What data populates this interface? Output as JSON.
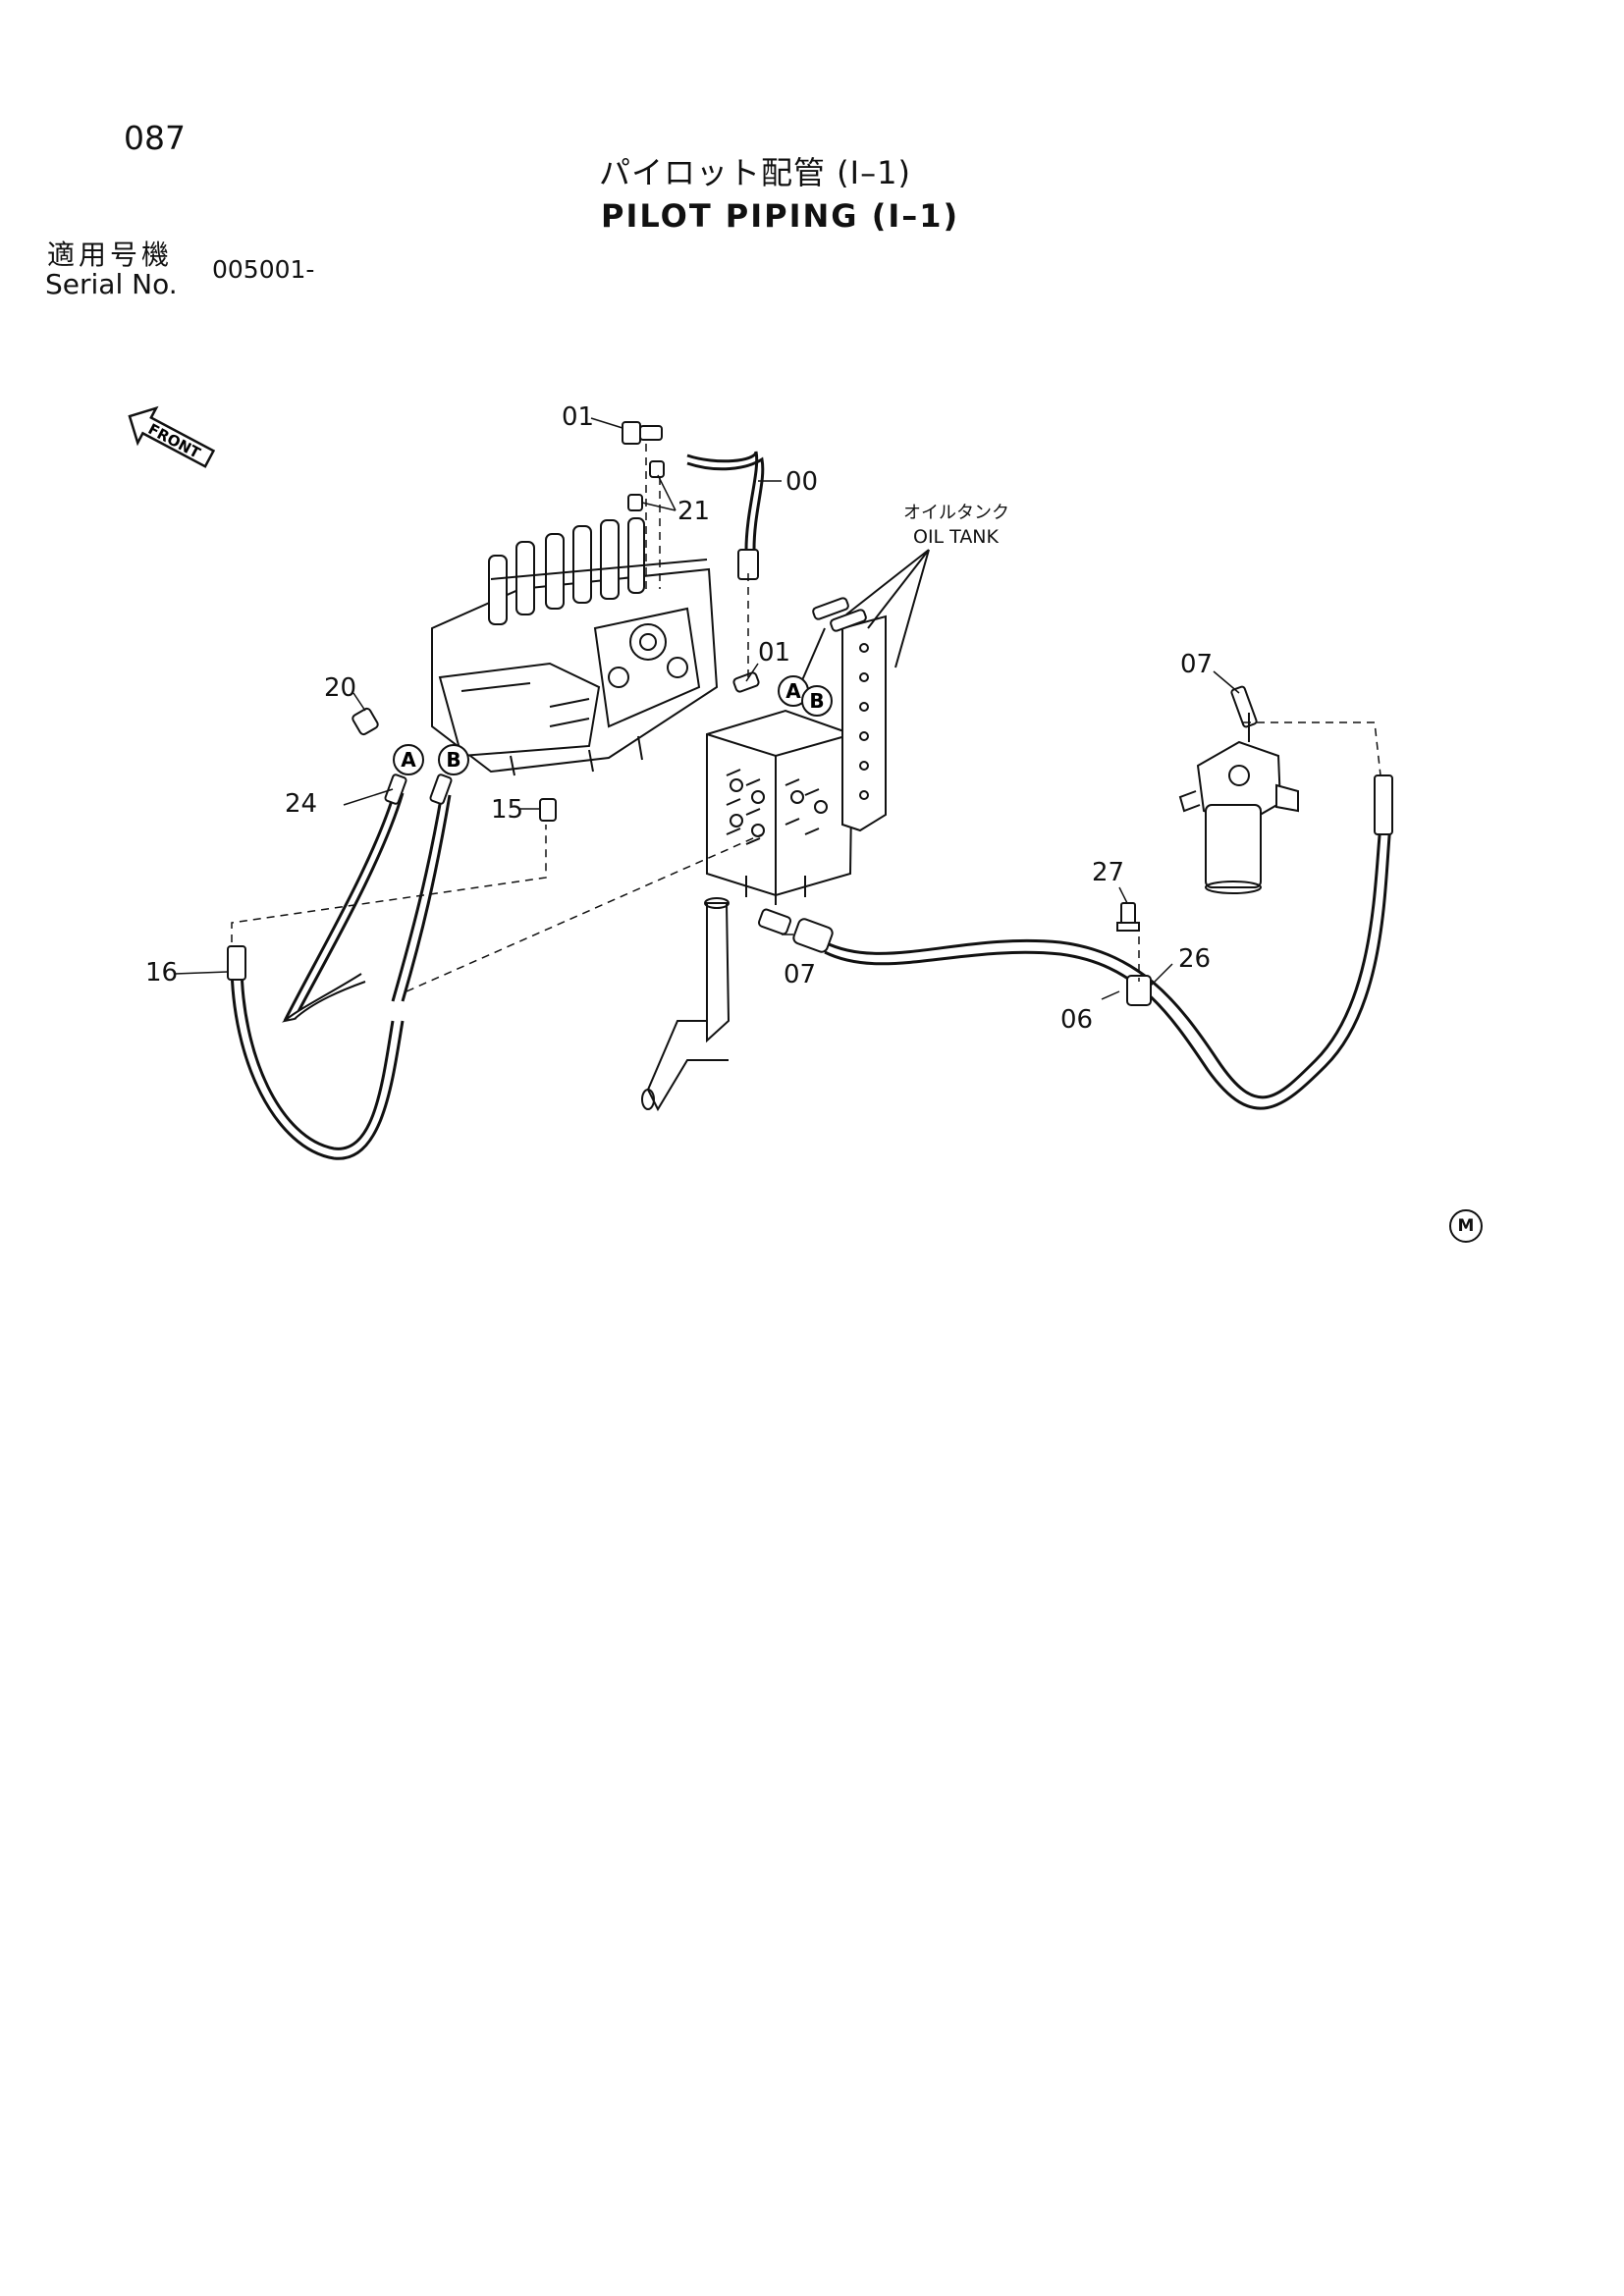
{
  "page_number": "087",
  "title_jp": "パイロット配管 (I–1)",
  "title_en": "PILOT PIPING (I–1)",
  "serial": {
    "label_jp": "適用号機",
    "label_en": "Serial No.",
    "value": "005001-"
  },
  "front_label": "FRONT",
  "oil_tank_label_jp": "オイルタンク",
  "oil_tank_label_en": "OIL TANK",
  "marker_m": "M",
  "connector_a": "A",
  "connector_b": "B",
  "part_labels": {
    "p01_top": "01",
    "p00": "00",
    "p21": "21",
    "p01_mid": "01",
    "p20": "20",
    "p24": "24",
    "p15": "15",
    "p16": "16",
    "p07_right": "07",
    "p27": "27",
    "p26": "26",
    "p06": "06",
    "p07_mid": "07"
  }
}
